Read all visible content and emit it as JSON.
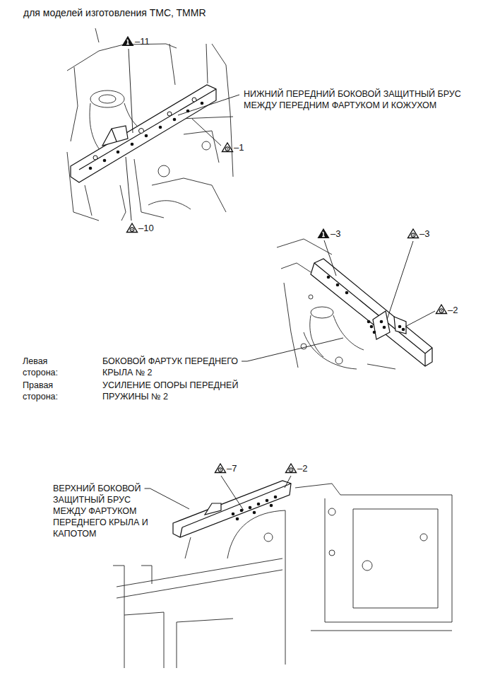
{
  "diagram": {
    "title": "для моделей изготовления TMC, TMMR",
    "labels": [
      "–11",
      "НИЖНИЙ ПЕРЕДНИЙ БОКОВОЙ ЗАЩИТНЫЙ БРУС МЕЖДУ ПЕРЕДНИМ ФАРТУКОМ И КОЖУХОМ",
      "–1",
      "–10",
      "–3",
      "–3",
      "–2",
      "Левая сторона:",
      "БОКОВОЙ ФАРТУК ПЕРЕДНЕГО КРЫЛА № 2",
      "Правая сторона:",
      "УСИЛЕНИЕ ОПОРЫ ПЕРЕДНЕЙ ПРУЖИНЫ № 2",
      "ВЕРХНИЙ БОКОВОЙ ЗАЩИТНЫЙ БРУС МЕЖДУ ФАРТУКОМ ПЕРЕДНЕГО КРЫЛА И КАПОТОМ",
      "–7",
      "–2"
    ]
  }
}
